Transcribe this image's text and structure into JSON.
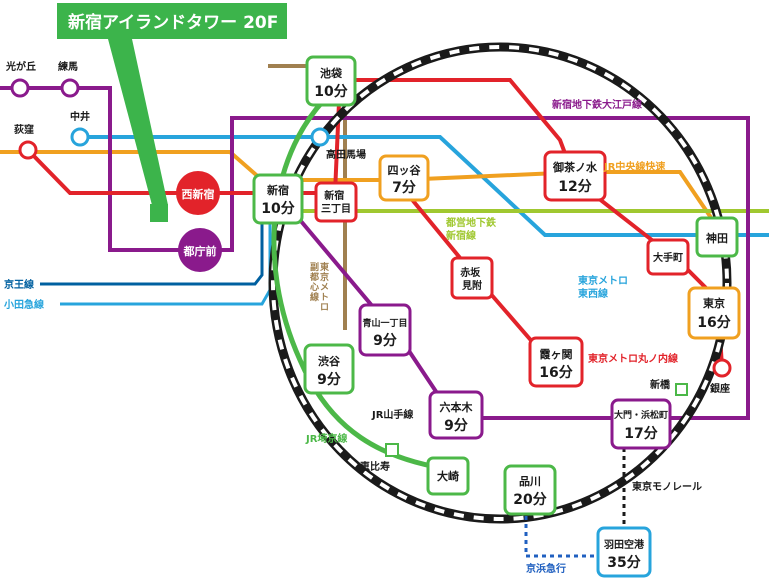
{
  "header": {
    "title": "新宿アイランドタワー 20F",
    "bg": "#3cb44b"
  },
  "colors": {
    "yamanote": "#1a1a1a",
    "ring": "#4cb848",
    "marunouchi": "#e2232a",
    "oedo": "#8a1a8c",
    "chuo": "#f0a020",
    "tozai": "#27a4dc",
    "shinjuku_toei": "#a0c830",
    "fukutoshin": "#a08050",
    "keio": "#0060a0",
    "odakyu": "#27a4dc",
    "monorail": "#1a1a1a",
    "keikyu": "#2060c0"
  },
  "lines": {
    "oedo": "新宿地下鉄大江戸線",
    "chuo": "JR中央線快速",
    "toei_shinjuku": "都営地下鉄\n新宿線",
    "tozai": "東京メトロ\n東西線",
    "marunouchi": "東京メトロ丸ノ内線",
    "fukutoshin": "副都心線\n東京メトロ",
    "yamanote": "JR山手線",
    "saikyo": "JR埼京線",
    "keio": "京王線",
    "odakyu": "小田急線",
    "monorail": "東京モノレール",
    "keikyu": "京浜急行"
  },
  "stations": {
    "ikebukuro": {
      "name": "池袋",
      "time": "10分"
    },
    "shinjuku": {
      "name": "新宿",
      "time": "10分"
    },
    "shinjuku3": {
      "name": "新宿\n三丁目"
    },
    "yotsuya": {
      "name": "四ッ谷",
      "time": "7分"
    },
    "ochanomizu": {
      "name": "御茶ノ水",
      "time": "12分"
    },
    "kanda": {
      "name": "神田"
    },
    "otemachi": {
      "name": "大手町"
    },
    "tokyo": {
      "name": "東京",
      "time": "16分"
    },
    "ginza": {
      "name": "銀座"
    },
    "akasaka": {
      "name": "赤坂\n見附"
    },
    "kasumigaseki": {
      "name": "霞ヶ関",
      "time": "16分"
    },
    "aoyama": {
      "name": "青山一丁目",
      "time": "9分"
    },
    "roppongi": {
      "name": "六本木",
      "time": "9分"
    },
    "shibuya": {
      "name": "渋谷",
      "time": "9分"
    },
    "ebisu": {
      "name": "恵比寿"
    },
    "osaki": {
      "name": "大崎"
    },
    "shinagawa": {
      "name": "品川",
      "time": "20分"
    },
    "daimon": {
      "name": "大門・浜松町",
      "time": "17分"
    },
    "shimbashi": {
      "name": "新橋"
    },
    "haneda": {
      "name": "羽田空港",
      "time": "35分"
    },
    "nishishinjuku": {
      "name": "西新宿"
    },
    "tochomae": {
      "name": "都庁前"
    },
    "takadanobaba": {
      "name": "高田馬場"
    },
    "hikarigaoka": {
      "name": "光が丘"
    },
    "nerima": {
      "name": "練馬"
    },
    "ogikubo": {
      "name": "荻窪"
    },
    "nakano": {
      "name": "中井"
    }
  }
}
